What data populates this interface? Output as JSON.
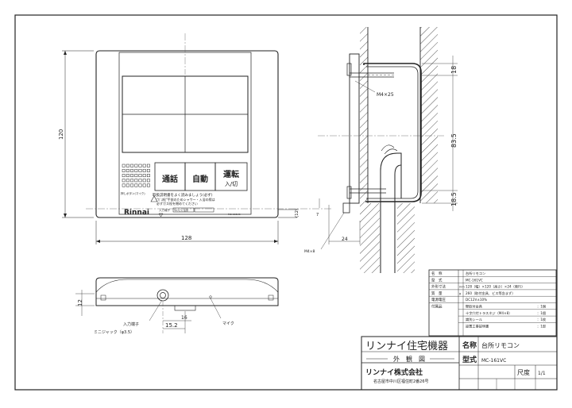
{
  "front": {
    "btn_tsuwa": "通話",
    "btn_jido": "自動",
    "btn_unten": "運転",
    "btn_unten_sub": "入/切",
    "mic_label": "押しボタン(マイク)",
    "caution_1": "取扱説明書をよく読みましょう(必ず)",
    "caution_2": "\"ｶﾞｽ栓\"手前のためシャワー・入浴の際は",
    "caution_3": "必ずガス栓を閉めてください",
    "caution_4": "やけどに注意",
    "logo": "Rinnai",
    "jack_mark": "入力端子",
    "model_small": "MC-161VC",
    "dim_width": "128",
    "dim_height": "120",
    "dim_offset": "(12)"
  },
  "side": {
    "screw_top": "M4×25",
    "screw_bottom": "M4×8",
    "dim_18_top": "18",
    "dim_83_5": "83.5",
    "dim_18_5": "18.5",
    "dim_24": "24",
    "dim_7": "7"
  },
  "bottom": {
    "dim_12": "12",
    "dim_16": "16",
    "dim_15_2": "15.2",
    "label_jack": "入力端子",
    "label_mini": "ミニジャック（φ3.5）",
    "label_mic": "マイク"
  },
  "spec": {
    "rows": [
      {
        "key": "名　称",
        "unit": "",
        "val": "台所リモコン"
      },
      {
        "key": "型　式",
        "unit": "",
        "val": "MC-161VC"
      },
      {
        "key": "外形寸法",
        "unit": "mm",
        "val": "128（幅）×120（高さ）×24（奥行）"
      },
      {
        "key": "質　量",
        "unit": "g",
        "val": "260（取付金具、ビス等含まず）"
      },
      {
        "key": "電源電圧",
        "unit": "",
        "val": "DC12V±10%"
      }
    ],
    "acc_key": "付属品",
    "acc": [
      {
        "name": "壁取付金具",
        "qty": "：1個"
      },
      {
        "name": "十字穴付トラスネジ（M4×8）",
        "qty": "：1個"
      },
      {
        "name": "識別シール",
        "qty": "：1枚"
      },
      {
        "name": "設置工事説明書",
        "qty": "：1部"
      }
    ]
  },
  "title": {
    "brand": "リンナイ住宅機器",
    "drawing": "外　観　図",
    "company": "リンナイ株式会社",
    "address": "名古屋市中川区福住町2番26号",
    "name_label": "名称",
    "name_value": "台所リモコン",
    "model_label": "型式",
    "model_value": "MC-161VC",
    "scale_label": "尺度",
    "scale_value": "1/1"
  }
}
